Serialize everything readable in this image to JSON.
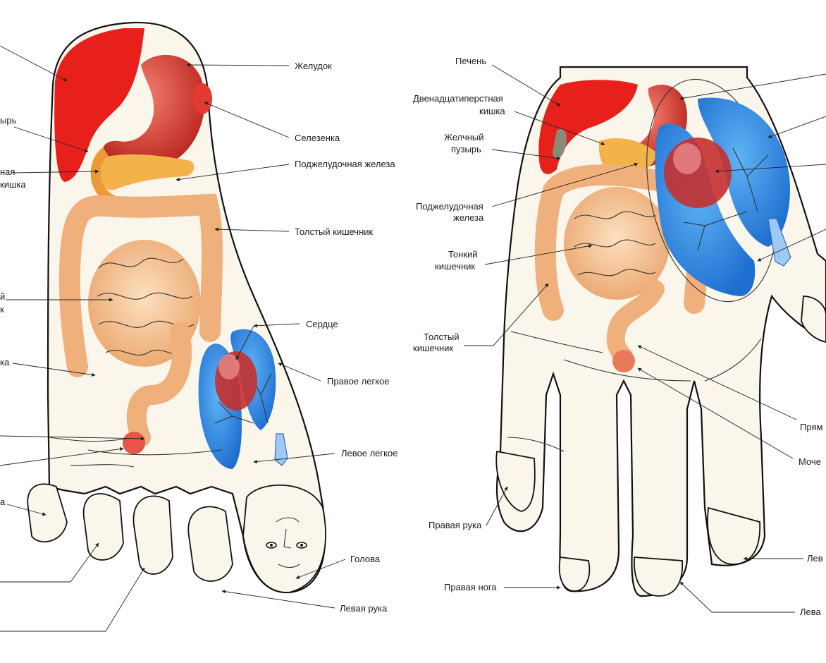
{
  "foot": {
    "labels": {
      "stomach": "Желудок",
      "spleen": "Селезенка",
      "pancreas": "Поджелудочная железа",
      "large_intestine": "Толстый кишечник",
      "heart": "Сердце",
      "right_lung": "Правое легкое",
      "left_lung": "Левое легкое",
      "head": "Голова",
      "left_arm": "Левая рука",
      "gall_partial": "ырь",
      "duodenum_partial_1": "ная",
      "duodenum_partial_2": "кишка",
      "small_int_partial_1": "й",
      "small_int_partial_2": "к",
      "appendix_partial": "ка",
      "arm_partial": "а"
    }
  },
  "hand": {
    "labels": {
      "liver": "Печень",
      "duodenum_1": "Двенадцатиперстная",
      "duodenum_2": "кишка",
      "gall_1": "Желчный",
      "gall_2": "пузырь",
      "pancreas_1": "Поджелудочная",
      "pancreas_2": "железа",
      "small_int_1": "Тонкий",
      "small_int_2": "кишечник",
      "large_int_1": "Толстый",
      "large_int_2": "кишечник",
      "right_arm": "Правая рука",
      "right_leg": "Правая нога",
      "rectum_partial": "Прям",
      "bladder_partial": "Моче",
      "left_arm_partial": "Лев",
      "left_leg_partial": "Лева"
    }
  },
  "colors": {
    "liver": "#e8201c",
    "stomach": "#d9332a",
    "pancreas": "#f3b24a",
    "intestine": "#f5c08e",
    "lung": "#2f8fe0",
    "heart": "#c43030",
    "skin": "#fbf6ec"
  }
}
